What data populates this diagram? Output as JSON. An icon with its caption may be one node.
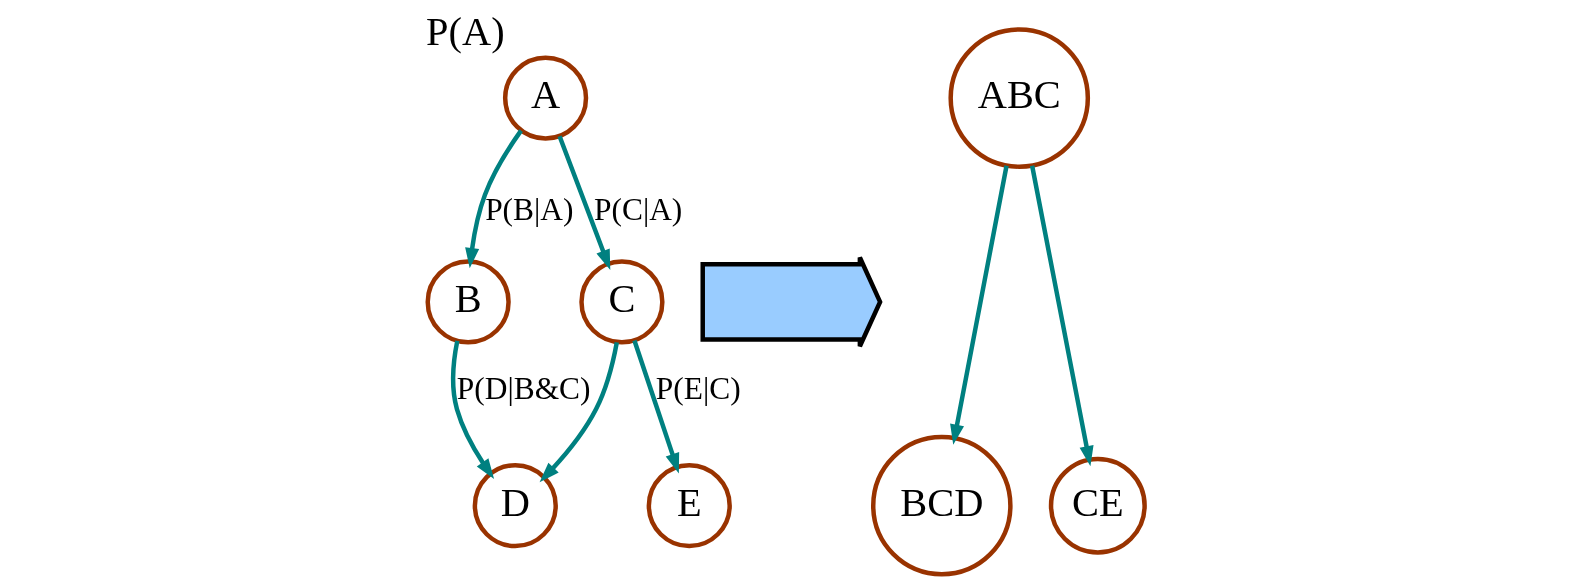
{
  "diagram": {
    "nodes": [
      {
        "text": [
          "A"
        ],
        "beside": [
          "P(A)"
        ]
      },
      {
        "text": [
          "B"
        ]
      },
      {
        "text": [
          "C"
        ]
      },
      {
        "text": [
          "D"
        ]
      },
      {
        "text": [
          "E"
        ]
      },
      {
        "text": [],
        "shape": "arrow"
      },
      {
        "text": [
          "ABC"
        ]
      },
      {
        "text": [
          "BCD"
        ]
      },
      {
        "text": [
          "CE"
        ]
      }
    ],
    "edges": [
      {
        "from": 0,
        "to": 1,
        "arrow": "to",
        "label": "P(B|A)"
      },
      {
        "from": 0,
        "to": 2,
        "arrow": "to",
        "label": "P(C|A)"
      },
      {
        "from": 1,
        "to": 3,
        "arrow": "to",
        "label": "P(D|B&C)"
      },
      {
        "from": 2,
        "to": 3,
        "arrow": "to"
      },
      {
        "from": 2,
        "to": 4,
        "arrow": "to",
        "label": "P(E|C)"
      },
      {
        "from": 6,
        "to": 7,
        "arrow": "to"
      },
      {
        "from": 6,
        "to": 8,
        "arrow": "to"
      }
    ]
  }
}
